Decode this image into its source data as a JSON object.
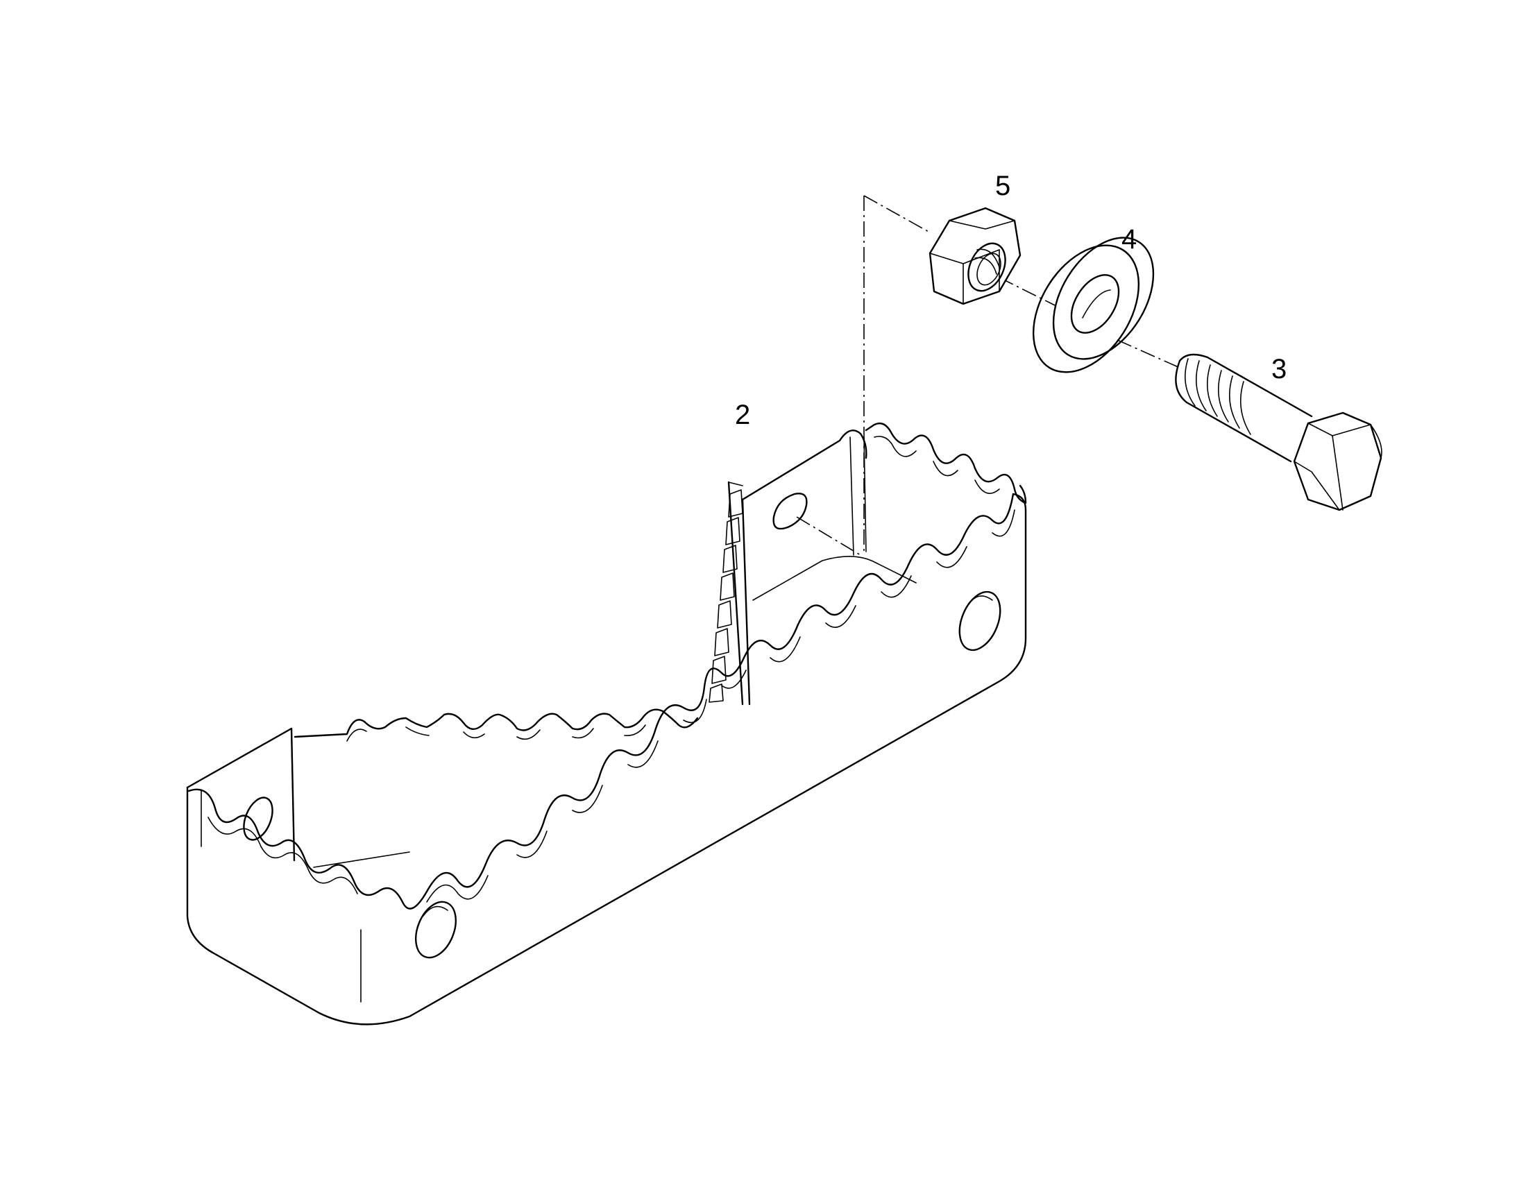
{
  "callouts": {
    "step_bracket": "2",
    "bolt": "3",
    "washer": "4",
    "nut": "5"
  },
  "colors": {
    "line": "#000000",
    "background": "#ffffff"
  }
}
